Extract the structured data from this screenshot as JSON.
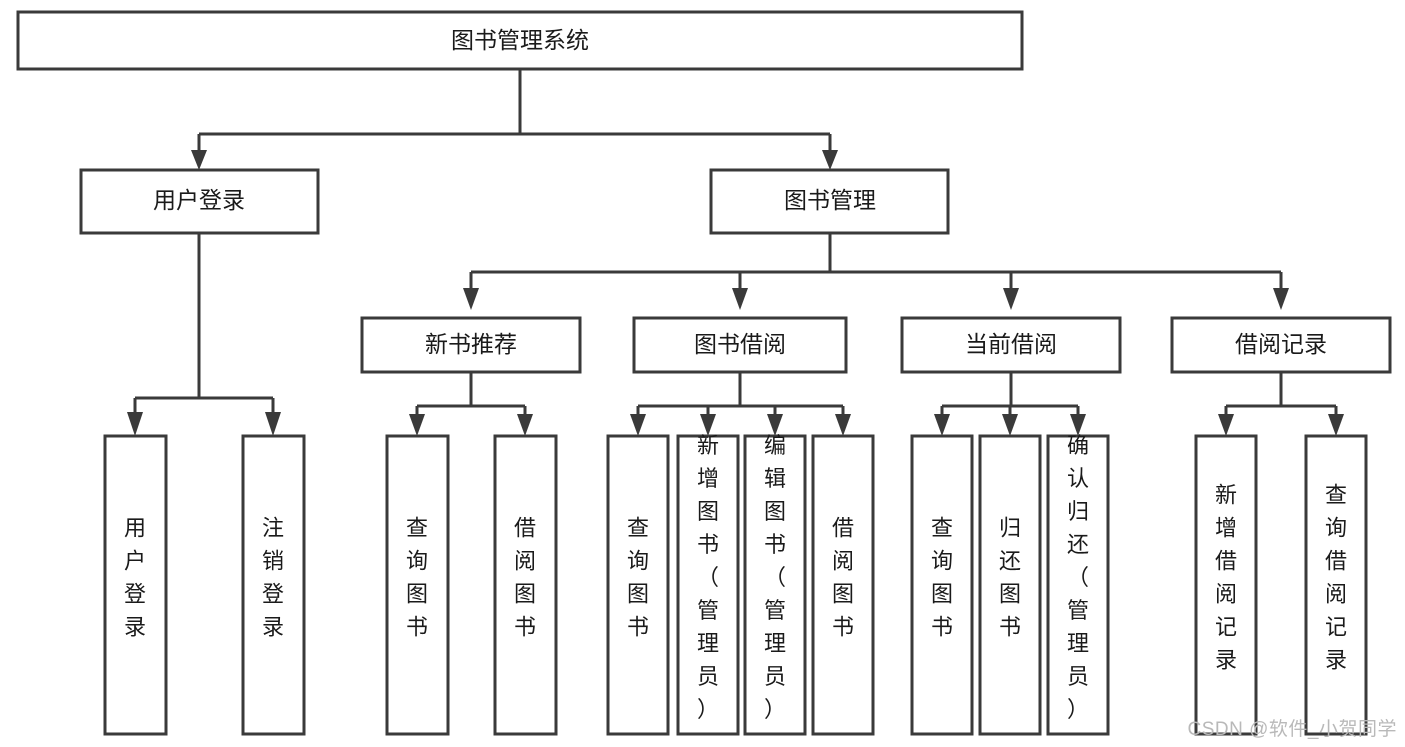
{
  "diagram": {
    "title": "图书管理系统",
    "type": "tree-flowchart",
    "watermark": "CSDN @软件_小贺同学",
    "colors": {
      "stroke": "#3a3a3a",
      "fill": "#ffffff",
      "text": "#1a1a1a",
      "watermark": "#b9b9b9"
    },
    "nodes": {
      "root": {
        "label": "图书管理系统",
        "orientation": "horizontal"
      },
      "level2": [
        {
          "id": "user-login",
          "label": "用户登录",
          "orientation": "horizontal"
        },
        {
          "id": "book-manage",
          "label": "图书管理",
          "orientation": "horizontal"
        }
      ],
      "level3": [
        {
          "id": "new-book-recommend",
          "label": "新书推荐",
          "orientation": "horizontal"
        },
        {
          "id": "book-borrow",
          "label": "图书借阅",
          "orientation": "horizontal"
        },
        {
          "id": "current-borrow",
          "label": "当前借阅",
          "orientation": "horizontal"
        },
        {
          "id": "borrow-record",
          "label": "借阅记录",
          "orientation": "horizontal"
        }
      ],
      "leaves": [
        {
          "id": "leaf-user-login",
          "label": "用户登录",
          "orientation": "vertical",
          "parent": "user-login"
        },
        {
          "id": "leaf-logout-login",
          "label": "注销登录",
          "orientation": "vertical",
          "parent": "user-login"
        },
        {
          "id": "leaf-query-book-1",
          "label": "查询图书",
          "orientation": "vertical",
          "parent": "new-book-recommend"
        },
        {
          "id": "leaf-borrow-book-1",
          "label": "借阅图书",
          "orientation": "vertical",
          "parent": "new-book-recommend"
        },
        {
          "id": "leaf-query-book-2",
          "label": "查询图书",
          "orientation": "vertical",
          "parent": "book-borrow"
        },
        {
          "id": "leaf-add-book",
          "label": "新增图书（管理员）",
          "orientation": "vertical",
          "parent": "book-borrow"
        },
        {
          "id": "leaf-edit-book",
          "label": "编辑图书（管理员）",
          "orientation": "vertical",
          "parent": "book-borrow"
        },
        {
          "id": "leaf-borrow-book-2",
          "label": "借阅图书",
          "orientation": "vertical",
          "parent": "book-borrow"
        },
        {
          "id": "leaf-query-book-3",
          "label": "查询图书",
          "orientation": "vertical",
          "parent": "current-borrow"
        },
        {
          "id": "leaf-return-book",
          "label": "归还图书",
          "orientation": "vertical",
          "parent": "current-borrow"
        },
        {
          "id": "leaf-confirm-return",
          "label": "确认归还（管理员）",
          "orientation": "vertical",
          "parent": "current-borrow"
        },
        {
          "id": "leaf-add-record",
          "label": "新增借阅记录",
          "orientation": "vertical",
          "parent": "borrow-record"
        },
        {
          "id": "leaf-query-record",
          "label": "查询借阅记录",
          "orientation": "vertical",
          "parent": "borrow-record"
        }
      ]
    }
  }
}
